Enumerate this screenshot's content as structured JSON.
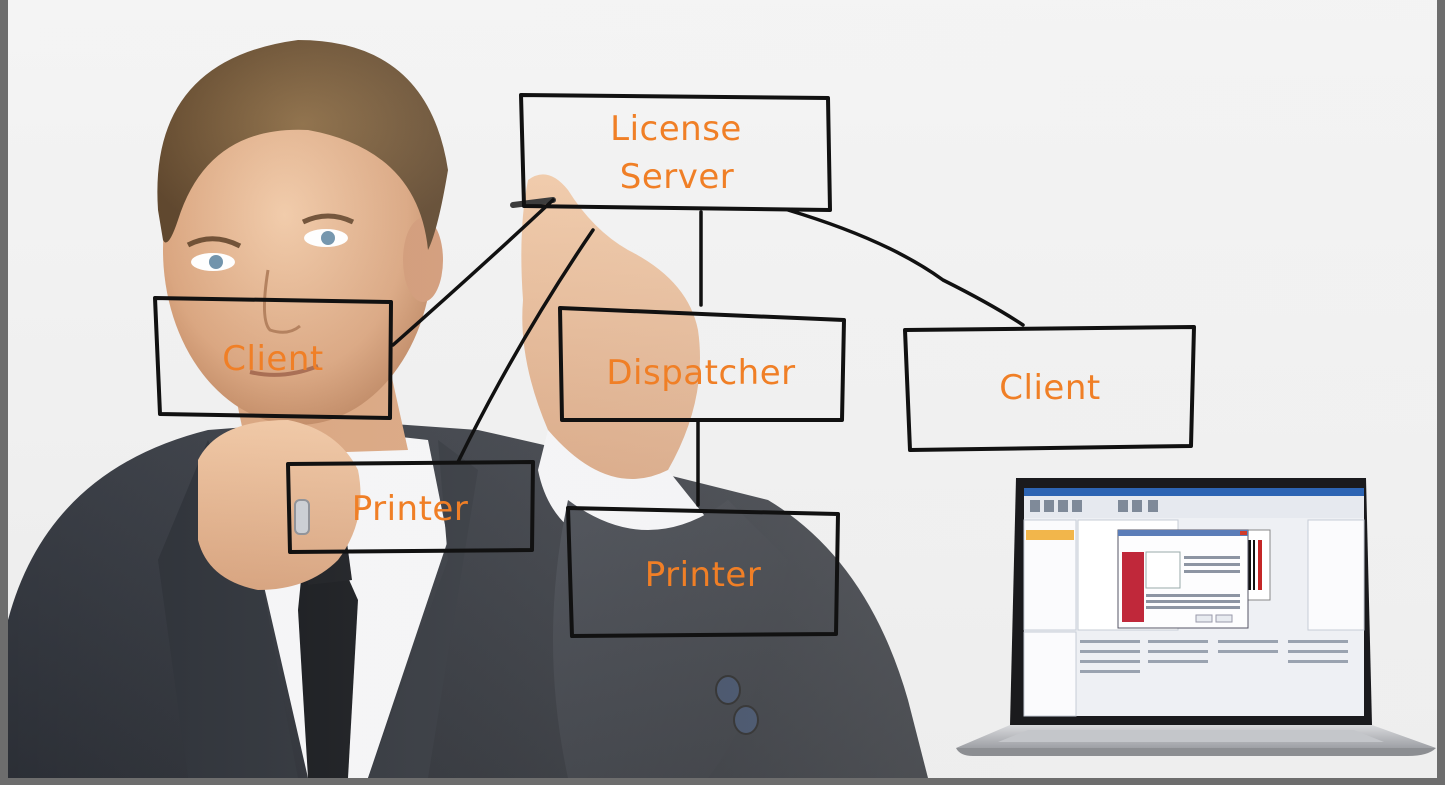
{
  "diagram": {
    "nodes": {
      "license_server": {
        "line1": "License",
        "line2": "Server"
      },
      "client_left": {
        "label": "Client"
      },
      "dispatcher": {
        "label": "Dispatcher"
      },
      "client_right": {
        "label": "Client"
      },
      "printer_left": {
        "label": "Printer"
      },
      "printer_bottom": {
        "label": "Printer"
      }
    },
    "label_color": "#f07f26",
    "stroke_color": "#111111"
  },
  "photo": {
    "subject": "man-in-suit-drawing-on-glass",
    "device": "laptop-with-label-software"
  }
}
